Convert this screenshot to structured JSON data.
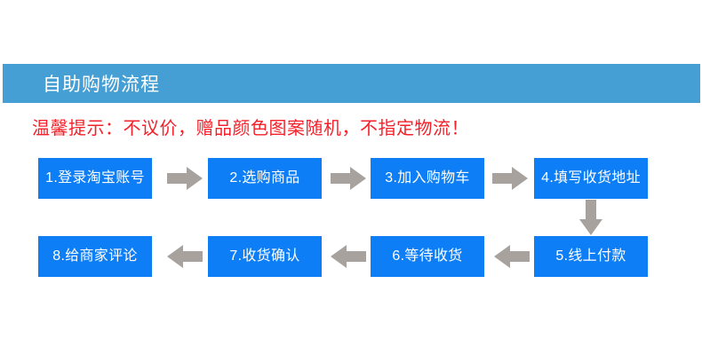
{
  "banner": {
    "title": "自助购物流程",
    "background_color": "#459fd4",
    "text_color": "#ffffff"
  },
  "notice": {
    "text": "温馨提示：不议价，赠品颜色图案随机，不指定物流！",
    "color": "#f4212a"
  },
  "flow": {
    "box_color": "#0d7ef5",
    "box_text_color": "#ffffff",
    "arrow_color": "#a8a29e",
    "steps": [
      {
        "id": 1,
        "label": "1.登录淘宝账号"
      },
      {
        "id": 2,
        "label": "2.选购商品"
      },
      {
        "id": 3,
        "label": "3.加入购物车"
      },
      {
        "id": 4,
        "label": "4.填写收货地址"
      },
      {
        "id": 5,
        "label": "5.线上付款"
      },
      {
        "id": 6,
        "label": "6.等待收货"
      },
      {
        "id": 7,
        "label": "7.收货确认"
      },
      {
        "id": 8,
        "label": "8.给商家评论"
      }
    ],
    "connectors": [
      {
        "from": 1,
        "to": 2,
        "direction": "right"
      },
      {
        "from": 2,
        "to": 3,
        "direction": "right"
      },
      {
        "from": 3,
        "to": 4,
        "direction": "right"
      },
      {
        "from": 4,
        "to": 5,
        "direction": "down"
      },
      {
        "from": 5,
        "to": 6,
        "direction": "left"
      },
      {
        "from": 6,
        "to": 7,
        "direction": "left"
      },
      {
        "from": 7,
        "to": 8,
        "direction": "left"
      }
    ]
  }
}
